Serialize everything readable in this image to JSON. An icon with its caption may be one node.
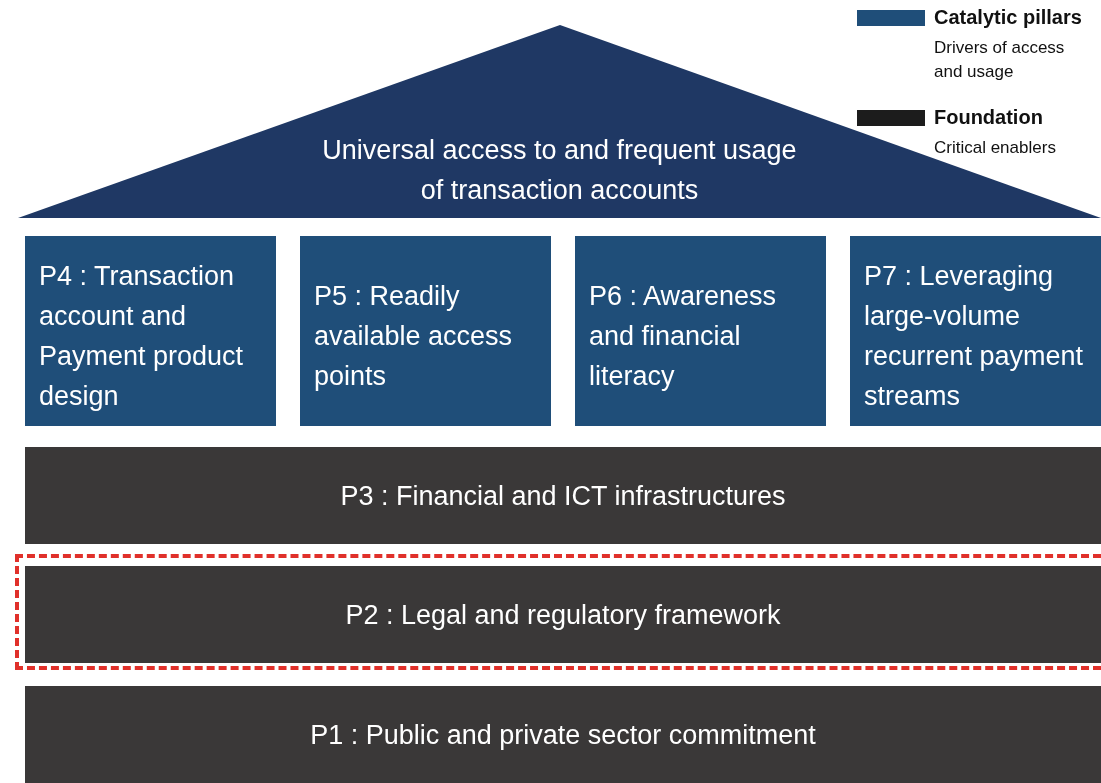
{
  "diagram": {
    "nodes": [
      {
        "text": [
          "Universal access to and frequent usage of transaction accounts"
        ]
      },
      {
        "text": [
          "P4 : Transaction account and Payment product design"
        ]
      },
      {
        "text": [
          "P5 : Readily available access points"
        ]
      },
      {
        "text": [
          "P6 : Awareness and financial literacy"
        ]
      },
      {
        "text": [
          "P7 : Leveraging large-volume recurrent payment streams"
        ]
      },
      {
        "text": [
          "P3 : Financial and ICT infrastructures"
        ]
      },
      {
        "text": [
          "P2 : Legal and regulatory framework"
        ]
      },
      {
        "text": [
          "P1 : Public and private sector commitment"
        ]
      }
    ],
    "labels": [
      "Drivers of access and usage",
      "Critical enablers"
    ],
    "legend": [
      {
        "text": "Catalytic pillars",
        "color": "#1f4e79"
      },
      {
        "text": "Foundation",
        "color": "#1c1c1c"
      }
    ]
  }
}
